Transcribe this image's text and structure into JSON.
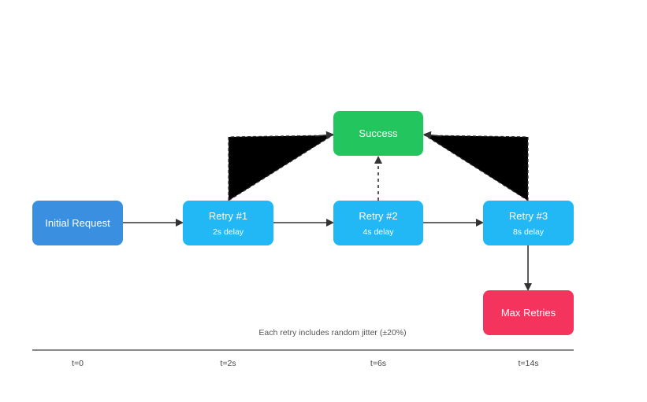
{
  "diagram": {
    "nodes": {
      "initial": {
        "title": "Initial Request",
        "color": "#3b8fe0"
      },
      "retry1": {
        "title": "Retry #1",
        "subtitle": "2s delay",
        "color": "#22b8f5"
      },
      "retry2": {
        "title": "Retry #2",
        "subtitle": "4s delay",
        "color": "#22b8f5"
      },
      "retry3": {
        "title": "Retry #3",
        "subtitle": "8s delay",
        "color": "#22b8f5"
      },
      "success": {
        "title": "Success",
        "color": "#22c55e"
      },
      "max": {
        "title": "Max Retries",
        "color": "#f4345c"
      }
    },
    "edges": [
      {
        "from": "initial",
        "to": "retry1",
        "style": "solid"
      },
      {
        "from": "retry1",
        "to": "retry2",
        "style": "solid"
      },
      {
        "from": "retry2",
        "to": "retry3",
        "style": "solid"
      },
      {
        "from": "retry3",
        "to": "max",
        "style": "solid"
      },
      {
        "from": "retry1",
        "to": "success",
        "style": "dashed"
      },
      {
        "from": "retry2",
        "to": "success",
        "style": "dashed"
      },
      {
        "from": "retry3",
        "to": "success",
        "style": "dashed"
      }
    ],
    "note": "Each retry includes random jitter (±20%)",
    "timeline": [
      "t=0",
      "t=2s",
      "t=6s",
      "t=14s"
    ]
  }
}
